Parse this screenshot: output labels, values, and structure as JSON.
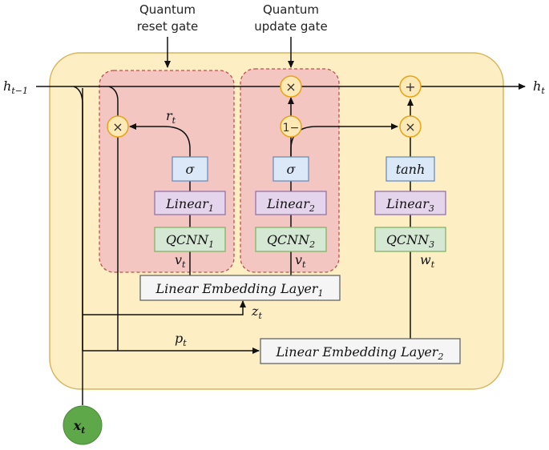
{
  "gate_labels": {
    "reset": [
      "Quantum",
      "reset gate"
    ],
    "update": [
      "Quantum",
      "update gate"
    ]
  },
  "io": {
    "h_prev": {
      "main": "h",
      "sub": "t−1"
    },
    "h_next": {
      "main": "h",
      "sub": "t"
    },
    "x": {
      "main": "x",
      "sub": "t"
    }
  },
  "blocks": {
    "sigma1": "σ",
    "sigma2": "σ",
    "tanh": "tanh",
    "linear1": {
      "main": "Linear",
      "sub": "1"
    },
    "linear2": {
      "main": "Linear",
      "sub": "2"
    },
    "linear3": {
      "main": "Linear",
      "sub": "3"
    },
    "qcnn1": {
      "main": "QCNN",
      "sub": "1"
    },
    "qcnn2": {
      "main": "QCNN",
      "sub": "2"
    },
    "qcnn3": {
      "main": "QCNN",
      "sub": "3"
    },
    "embed1": {
      "main": "Linear Embedding Layer",
      "sub": "1"
    },
    "embed2": {
      "main": "Linear Embedding Layer",
      "sub": "2"
    }
  },
  "ops": {
    "mul": "×",
    "add": "+",
    "one_minus": "1−"
  },
  "signals": {
    "r": {
      "main": "r",
      "sub": "t"
    },
    "v1": {
      "main": "v",
      "sub": "t"
    },
    "v2": {
      "main": "v",
      "sub": "t"
    },
    "w": {
      "main": "w",
      "sub": "t"
    },
    "z": {
      "main": "z",
      "sub": "t"
    },
    "p": {
      "main": "p",
      "sub": "t"
    }
  },
  "colors": {
    "cell_fill": "#fdeec3",
    "cell_stroke": "#d9b45a",
    "gate_fill": "#f4c6c2",
    "gate_stroke": "#c0504d",
    "op_fill": "#fde9b6",
    "op_stroke": "#e8a317",
    "sigma_fill": "#dbe8f7",
    "sigma_stroke": "#6c8ebf",
    "linear_fill": "#e4d5ec",
    "linear_stroke": "#9673a6",
    "qcnn_fill": "#d5e8d4",
    "qcnn_stroke": "#82b366",
    "embed_fill": "#f5f5f5",
    "embed_stroke": "#666666",
    "input_fill": "#5fa849"
  }
}
